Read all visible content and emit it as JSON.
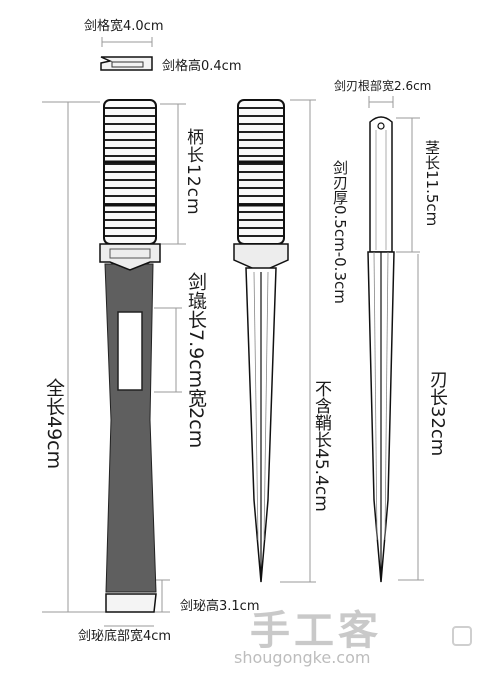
{
  "labels": {
    "guard_width": "剑格宽4.0cm",
    "guard_height": "剑格高0.4cm",
    "root_width": "剑刃根部宽2.6cm",
    "handle_length": "柄长12cm",
    "blade_thickness": "剑刃厚0.5cm-0.3cm",
    "tang_length": "茎长11.5cm",
    "scabbard_slide": "剑璏长7.9cm宽2cm",
    "total_length": "全长49cm",
    "without_scabbard": "不含鞘长45.4cm",
    "blade_length": "刃长32cm",
    "chape_height": "剑珌高3.1cm",
    "chape_bottom_width": "剑珌底部宽4cm"
  },
  "watermark": {
    "brand_cn": "手工客",
    "url": "shougongke.com"
  },
  "colors": {
    "scabbard": "#5f5f5f",
    "line": "#111111",
    "dim": "#999999",
    "watermark": "#c9c9c9"
  }
}
